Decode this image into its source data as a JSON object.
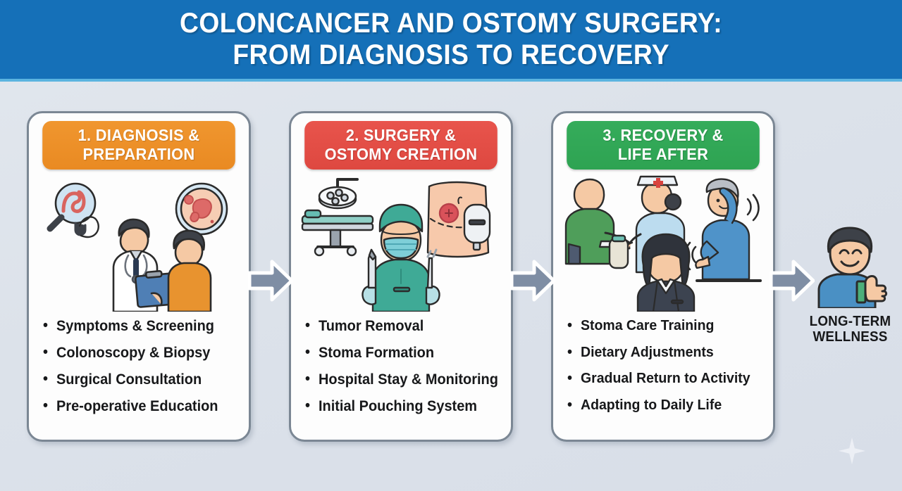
{
  "header": {
    "title_line1": "COLONCANCER AND OSTOMY SURGERY:",
    "title_line2": "FROM DIAGNOSIS TO RECOVERY",
    "background_color": "#1570b8",
    "accent_rule_color": "#5bb4e0",
    "text_color": "#ffffff"
  },
  "page": {
    "background_color": "#dfe4ec",
    "sparkle_color": "#eef1f6"
  },
  "stages": [
    {
      "number": "1",
      "header_line1": "1. DIAGNOSIS &",
      "header_line2": "PREPARATION",
      "header_color": "#ef9230",
      "illustration": "magnifier-colon-doctor-patient-petri-dish",
      "illustration_parts": [
        "magnifying-glass-colon-icon",
        "endoscope-cable-icon",
        "doctor-with-clipboard-icon",
        "patient-icon",
        "petri-dish-tissue-sample-icon"
      ],
      "bullets": [
        "Symptoms & Screening",
        "Colonoscopy & Biopsy",
        "Surgical Consultation",
        "Pre-operative Education"
      ]
    },
    {
      "number": "2",
      "header_line1": "2. SURGERY &",
      "header_line2": "OSTOMY CREATION",
      "header_color": "#e44c44",
      "illustration": "operating-room-surgeon-stoma-pouch",
      "illustration_parts": [
        "surgical-lamp-icon",
        "operating-table-icon",
        "surgeon-with-scalpel-icon",
        "abdomen-stoma-pouch-icon"
      ],
      "bullets": [
        "Tumor Removal",
        "Stoma Formation",
        "Hospital Stay & Monitoring",
        "Initial Pouching System"
      ]
    },
    {
      "number": "3",
      "header_line1": "3. RECOVERY &",
      "header_line2": "LIFE AFTER",
      "header_color": "#31a857",
      "illustration": "nurse-training-exercise-professional",
      "illustration_parts": [
        "nurse-teaching-pouch-care-icon",
        "patient-learning-icon",
        "person-stretching-icon",
        "professional-woman-icon"
      ],
      "bullets": [
        "Stoma Care Training",
        "Dietary Adjustments",
        "Gradual Return to Activity",
        "Adapting to Daily Life"
      ]
    }
  ],
  "flow_arrows": {
    "count": 3,
    "color": "#7f8ea4",
    "outline_color": "#ffffff",
    "direction": "right"
  },
  "outcome": {
    "icon": "thumbs-up-person-icon",
    "label_line1": "LONG-TERM",
    "label_line2": "WELLNESS",
    "shirt_color": "#4a90c4",
    "thumb_accent_color": "#4caf7a"
  }
}
